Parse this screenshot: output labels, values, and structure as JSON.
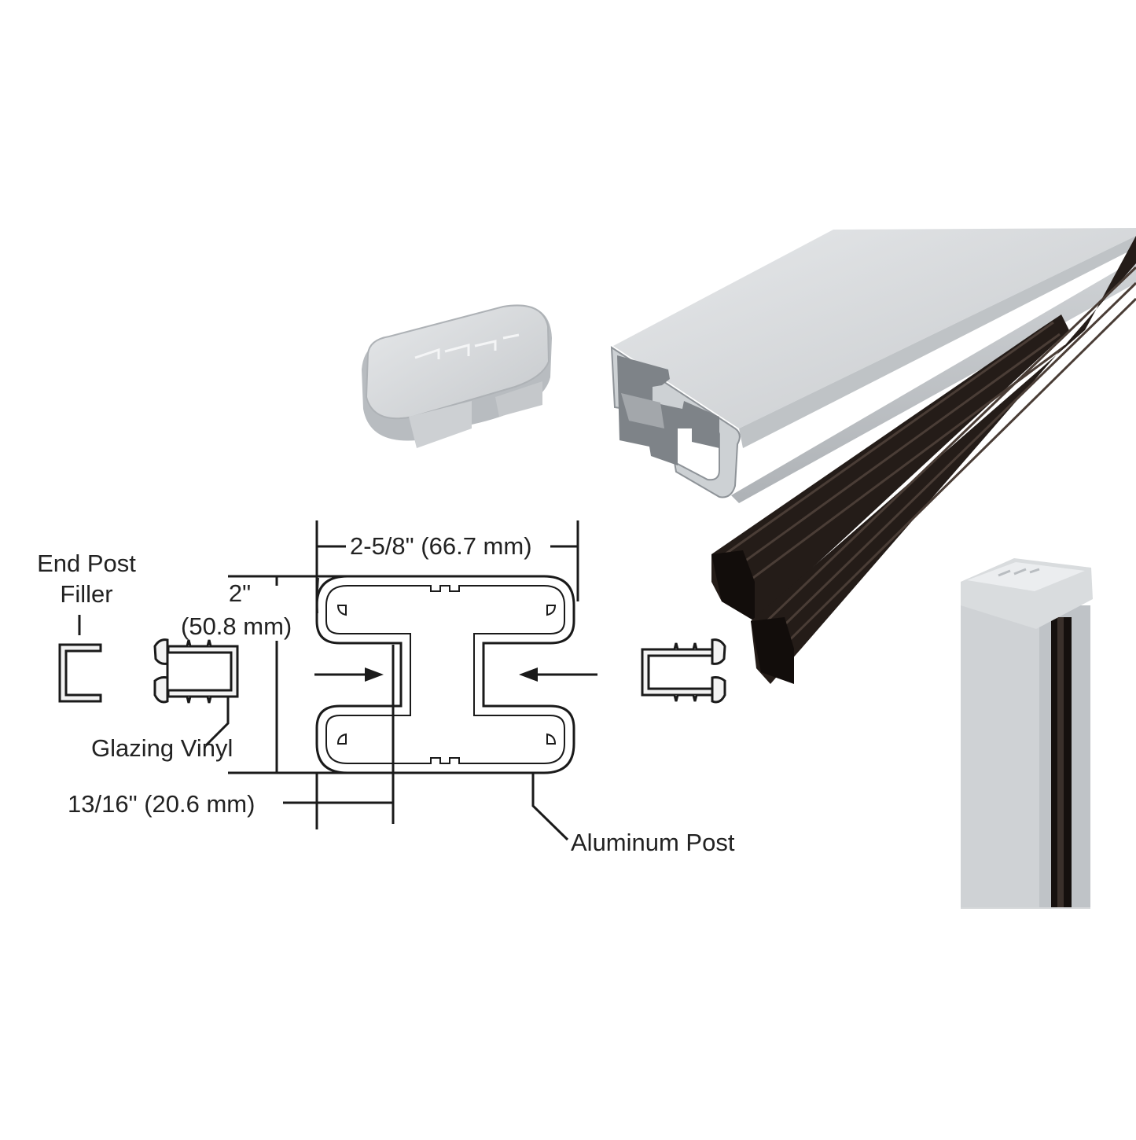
{
  "labels": {
    "end_post_filler_line1": "End Post",
    "end_post_filler_line2": "Filler",
    "height_inches": "2\"",
    "height_mm": "(50.8 mm)",
    "width": "2-5/8\" (66.7 mm)",
    "glazing_vinyl": "Glazing Vinyl",
    "depth": "13/16\" (20.6 mm)",
    "aluminum_post": "Aluminum Post"
  },
  "colors": {
    "outline": "#1a1a1a",
    "aluminum": "#c9cccf",
    "aluminum_light": "#dfe2e5",
    "aluminum_dark": "#9fa4a9",
    "gasket": "#241c18",
    "label": "#222222"
  }
}
